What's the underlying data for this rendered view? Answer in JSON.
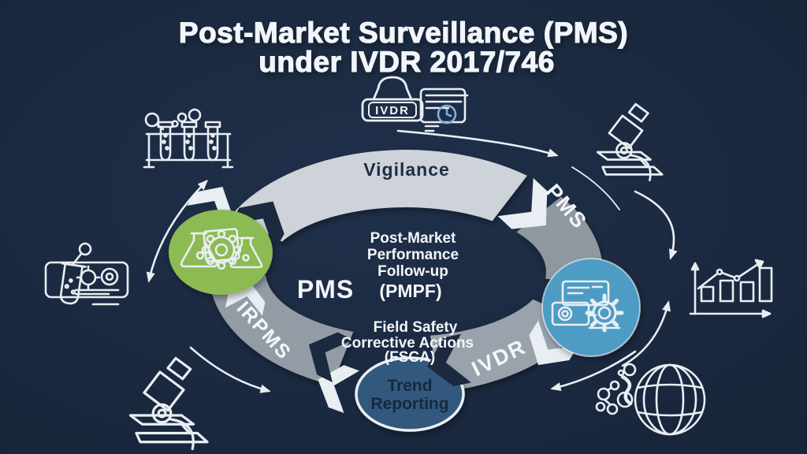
{
  "canvas": {
    "background": "#1b2a3f"
  },
  "title": {
    "line1": "Post-Market Surveillance (PMS)",
    "line2": "under IVDR 2017/746",
    "color": "#f2f6fa"
  },
  "ring": {
    "segments": [
      {
        "id": "vigilance",
        "label": "Vigilance",
        "color": "#cdd3d9",
        "label_color": "#1d2d44"
      },
      {
        "id": "pms",
        "label": "PMS",
        "color": "#8f979f",
        "label_color": "#f4f7fa"
      },
      {
        "id": "ivdr",
        "label": "IVDR",
        "color": "#9aa3ac",
        "label_color": "#f4f7fa"
      },
      {
        "id": "irpms",
        "label": "IRPMS",
        "color": "#939ba4",
        "label_color": "#f4f7fa"
      }
    ]
  },
  "nodes": {
    "lab": {
      "color": "#8cba52",
      "icon": "flasks-gear-icon"
    },
    "records": {
      "color": "#4e9cc4",
      "icon": "documents-gear-icon"
    },
    "trend": {
      "color": "#33587d",
      "border": "#e9eef3",
      "label_color": "#15293f",
      "lines": [
        "Trend",
        "Reporting"
      ]
    }
  },
  "center": {
    "pmpf_title": [
      "Post-Market",
      "Performance",
      "Follow-up"
    ],
    "pms_abbr": "PMS",
    "pmpf_abbr": "(PMPF)",
    "fsca": [
      "Field Safety",
      "Corrective Actions",
      "(FSCA)"
    ],
    "text_color": "#f2f6fa"
  },
  "stamp": {
    "label": "IVDR"
  },
  "icons": {
    "outer": [
      "test-tubes-rack-icon",
      "ivdr-stamp-report-icon",
      "microscope-icon",
      "bar-chart-growth-icon",
      "globe-pathogens-icon",
      "microscope-icon",
      "lab-sample-card-icon"
    ],
    "stroke_color": "#e9eef3",
    "clock_color": "#7fb2d9"
  }
}
